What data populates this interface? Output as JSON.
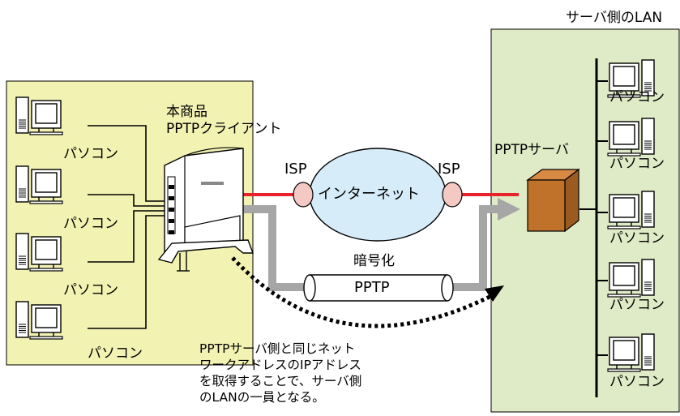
{
  "server_lan_title": "サーバ側のLAN",
  "product_label": {
    "line1": "本商品",
    "line2": "PPTPクライアント"
  },
  "isp_left": "ISP",
  "isp_right": "ISP",
  "internet_label": "インターネット",
  "encryption_label": "暗号化",
  "tunnel_label": "PPTP",
  "pptp_server_label": "PPTPサーバ",
  "pc_label": "パソコン",
  "note_lines": [
    "PPTPサーバ側と同じネット",
    "ワークアドレスのIPアドレス",
    "を取得することで、サーバ側",
    "のLANの一員となる。"
  ],
  "colors": {
    "client_lan_bg": "#f2f2b3",
    "server_lan_bg": "#dfeac6",
    "vpn_line": "#e8232b",
    "tunnel_arrow": "#a6a6a6",
    "server_box": "#c0722a",
    "cloud_fill": "#d6ecf8",
    "isp_fill": "#f4c9c4"
  }
}
